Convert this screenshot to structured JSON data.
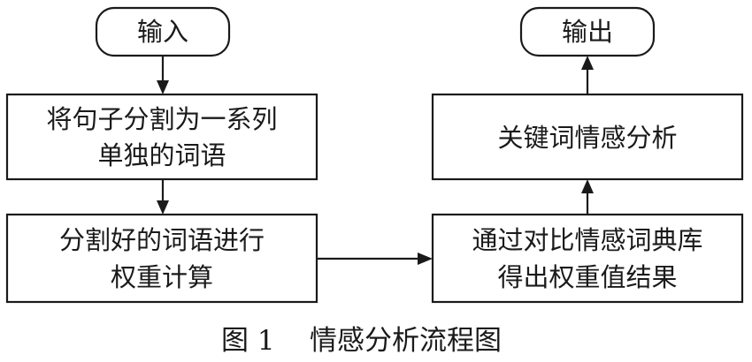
{
  "nodes": {
    "input": {
      "label": "输入"
    },
    "split": {
      "line1": "将句子分割为一系列",
      "line2": "单独的词语"
    },
    "weight": {
      "line1": "分割好的词语进行",
      "line2": "权重计算"
    },
    "compare": {
      "line1": "通过对比情感词典库",
      "line2": "得出权重值结果"
    },
    "keyword": {
      "label": "关键词情感分析"
    },
    "output": {
      "label": "输出"
    }
  },
  "caption": {
    "number": "图 1",
    "title": "情感分析流程图"
  }
}
